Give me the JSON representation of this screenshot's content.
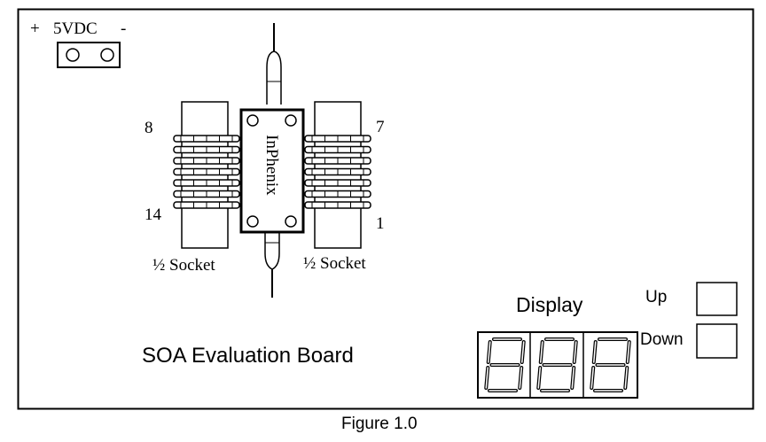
{
  "diagram": {
    "power": {
      "plus_label": "+",
      "voltage_label": "5VDC",
      "minus_label": "-"
    },
    "device": {
      "brand_label": "InPhenix"
    },
    "pins": {
      "top_left": "8",
      "bottom_left": "14",
      "top_right": "7",
      "bottom_right": "1"
    },
    "sockets": {
      "left_label": "½ Socket",
      "right_label": "½ Socket"
    },
    "board_title": "SOA Evaluation Board",
    "display": {
      "label": "Display",
      "digits": [
        "8",
        "8",
        "8"
      ]
    },
    "buttons": {
      "up_label": "Up",
      "down_label": "Down"
    },
    "caption": "Figure 1.0"
  }
}
